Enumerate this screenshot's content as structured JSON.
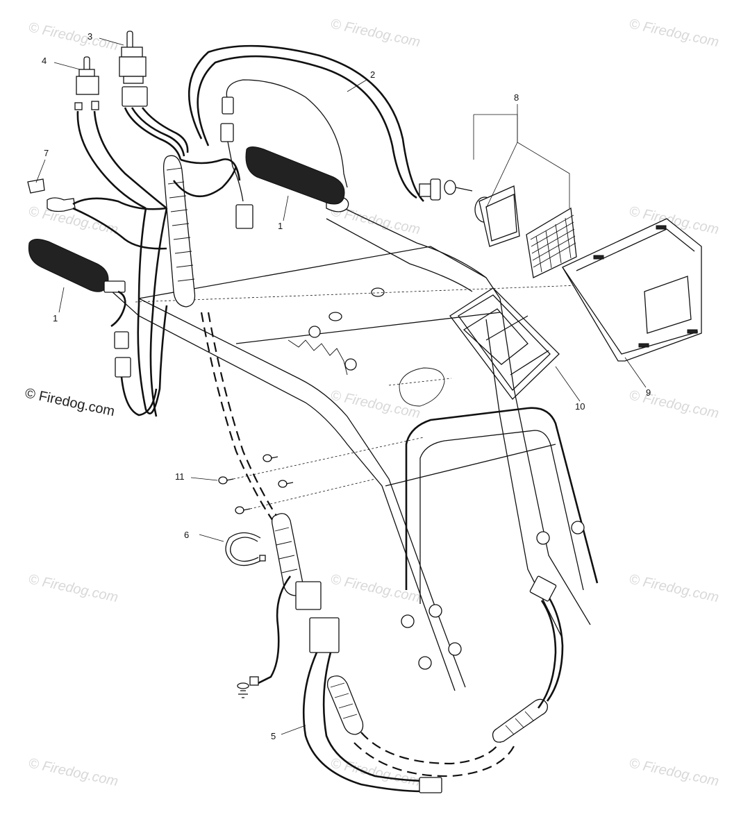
{
  "watermark": {
    "repeated": "© Firedog.com",
    "main": "© Firedog.com"
  },
  "callouts": {
    "c1a": "1",
    "c1b": "1",
    "c2": "2",
    "c3": "3",
    "c4": "4",
    "c5": "5",
    "c6": "6",
    "c7": "7",
    "c8": "8",
    "c9": "9",
    "c10": "10",
    "c11": "11"
  },
  "colors": {
    "line": "#111111",
    "watermark": "#d8d8d8",
    "background": "#ffffff"
  }
}
